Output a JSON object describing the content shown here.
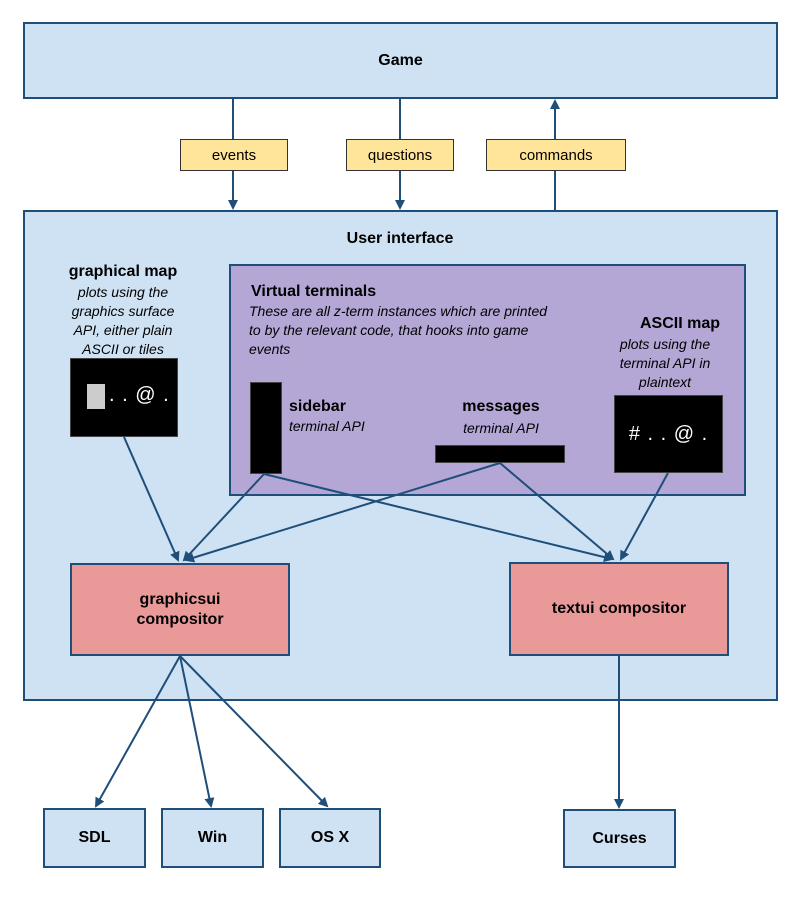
{
  "game": {
    "title": "Game"
  },
  "channels": {
    "events": "events",
    "questions": "questions",
    "commands": "commands"
  },
  "ui": {
    "title": "User interface",
    "graphical_map": {
      "title": "graphical map",
      "description": "plots using the graphics surface API, either plain ASCII or tiles",
      "preview": ". . @ ."
    },
    "virtual_terminals": {
      "title": "Virtual terminals",
      "description": "These are all z-term instances which are printed to by the relevant code, that hooks into game events",
      "sidebar": {
        "title": "sidebar",
        "subtitle": "terminal API"
      },
      "messages": {
        "title": "messages",
        "subtitle": "terminal API"
      },
      "ascii_map": {
        "title": "ASCII map",
        "description": "plots using the terminal API in plaintext",
        "preview": "# . . @ ."
      }
    },
    "graphicsui": {
      "line1": "graphicsui",
      "line2": "compositor"
    },
    "textui": {
      "title": "textui compositor"
    }
  },
  "backends": {
    "sdl": "SDL",
    "win": "Win",
    "osx": "OS X",
    "curses": "Curses"
  },
  "colors": {
    "blue_fill": "#cfe2f3",
    "purple_fill": "#b4a7d6",
    "red_fill": "#ea9999",
    "yellow_fill": "#ffe599",
    "line": "#1f4e79"
  }
}
